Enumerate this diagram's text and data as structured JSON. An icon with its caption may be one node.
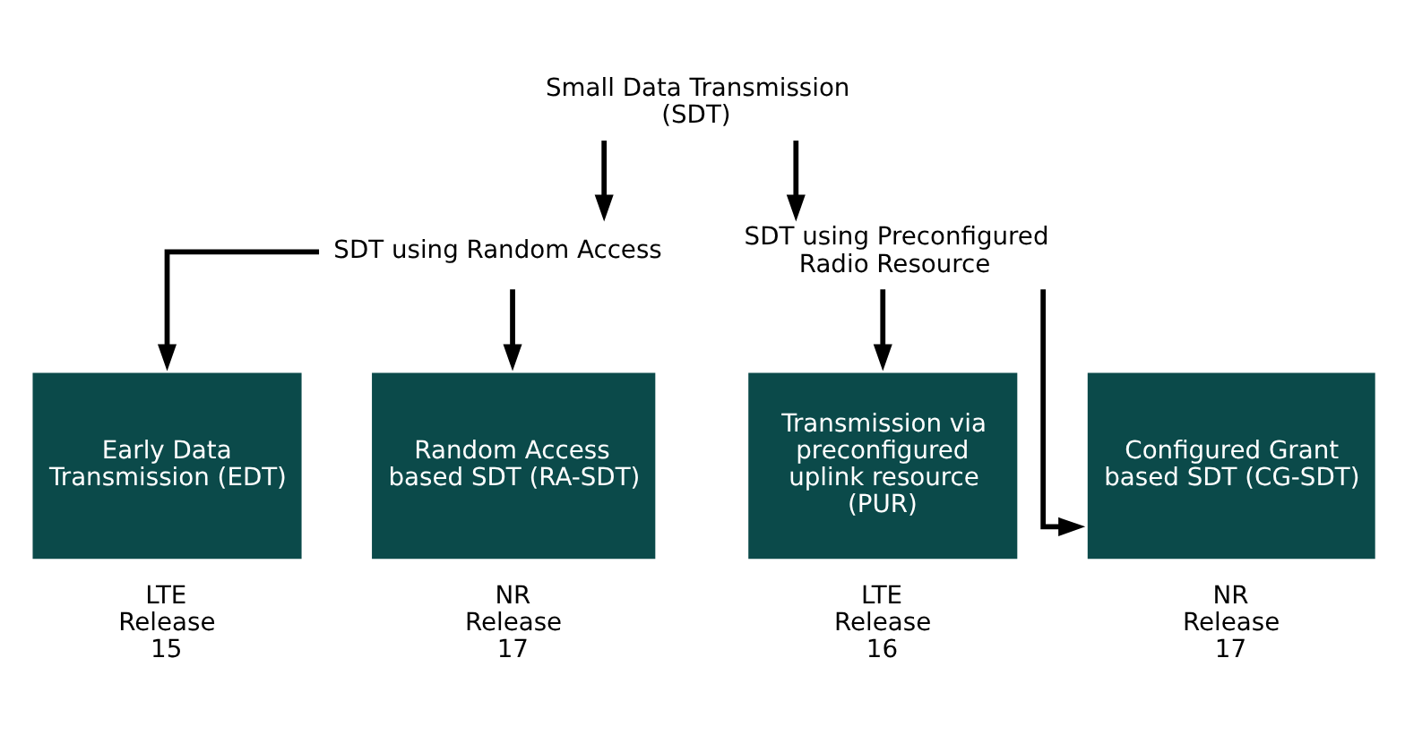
{
  "diagram": {
    "nodes": [
      {
        "text": [
          "Small Data Transmission (SDT)"
        ]
      },
      {
        "text": [
          "SDT using Random Access"
        ]
      },
      {
        "text": [
          "SDT using Preconfigured Radio Resource"
        ]
      },
      {
        "text": [
          "Early Data Transmission (EDT)"
        ],
        "beside": [
          "LTE Release 15"
        ]
      },
      {
        "text": [
          "Random Access based SDT (RA-SDT)"
        ],
        "beside": [
          "NR Release 17"
        ]
      },
      {
        "text": [
          "Transmission via preconfigured uplink resource (PUR)"
        ],
        "beside": [
          "LTE Release 16"
        ]
      },
      {
        "text": [
          "Configured Grant based SDT (CG-SDT)"
        ],
        "beside": [
          "NR Release 17"
        ]
      }
    ],
    "edges": [
      {
        "from": 0,
        "to": 1,
        "arrow": "to"
      },
      {
        "from": 0,
        "to": 2,
        "arrow": "to"
      },
      {
        "from": 1,
        "to": 3,
        "arrow": "to"
      },
      {
        "from": 1,
        "to": 4,
        "arrow": "to"
      },
      {
        "from": 2,
        "to": 5,
        "arrow": "to"
      },
      {
        "from": 2,
        "to": 6,
        "arrow": "to"
      }
    ]
  }
}
